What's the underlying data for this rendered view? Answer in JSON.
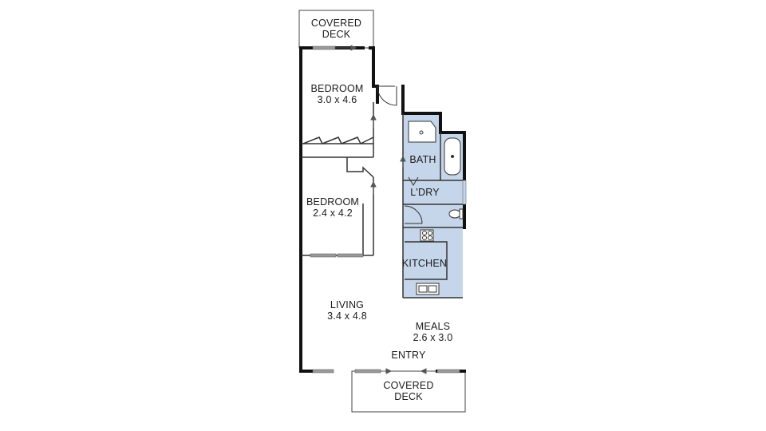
{
  "colors": {
    "wet_area_fill": "#c6d6ea",
    "wall": "#111111",
    "line": "#444444",
    "window": "#9a9a9a"
  },
  "rooms": [
    {
      "id": "covered-deck-top",
      "name": "COVERED",
      "name2": "DECK",
      "dim": ""
    },
    {
      "id": "bedroom-1",
      "name": "BEDROOM",
      "dim": "3.0 x 4.6"
    },
    {
      "id": "bedroom-2",
      "name": "BEDROOM",
      "dim": "2.4 x 4.2"
    },
    {
      "id": "bath",
      "name": "BATH",
      "dim": ""
    },
    {
      "id": "laundry",
      "name": "L'DRY",
      "dim": ""
    },
    {
      "id": "kitchen",
      "name": "KITCHEN",
      "dim": ""
    },
    {
      "id": "living",
      "name": "LIVING",
      "dim": "3.4 x 4.8"
    },
    {
      "id": "meals",
      "name": "MEALS",
      "dim": "2.6 x 3.0"
    },
    {
      "id": "entry",
      "name": "ENTRY",
      "dim": ""
    },
    {
      "id": "covered-deck-bottom",
      "name": "COVERED",
      "name2": "DECK",
      "dim": ""
    }
  ]
}
